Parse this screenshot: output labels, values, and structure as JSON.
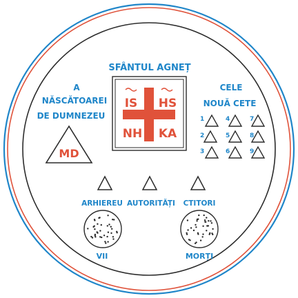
{
  "colors": {
    "blue": "#1f86c9",
    "red": "#e0523a",
    "dark": "#2b2b2b"
  },
  "title": "SFÂNTUL AGNEȚ",
  "mother_of_god": {
    "line1": "A",
    "line2": "NĂSCĂTOAREI",
    "line3": "DE DUMNEZEU",
    "monogram": "MD"
  },
  "lamb_seal": {
    "q1": "IS",
    "q2": "HS",
    "q3": "NH",
    "q4": "KA"
  },
  "nine_ranks": {
    "line1": "CELE",
    "line2": "NOUĂ CETE",
    "numbers": [
      "1",
      "2",
      "3",
      "4",
      "5",
      "6",
      "7",
      "8",
      "9"
    ]
  },
  "bottom_labels": {
    "hierarch": "ARHIEREU",
    "authorities": "AUTORITĂȚI",
    "founders": "CTITORI",
    "living": "VII",
    "dead": "MORȚI"
  }
}
